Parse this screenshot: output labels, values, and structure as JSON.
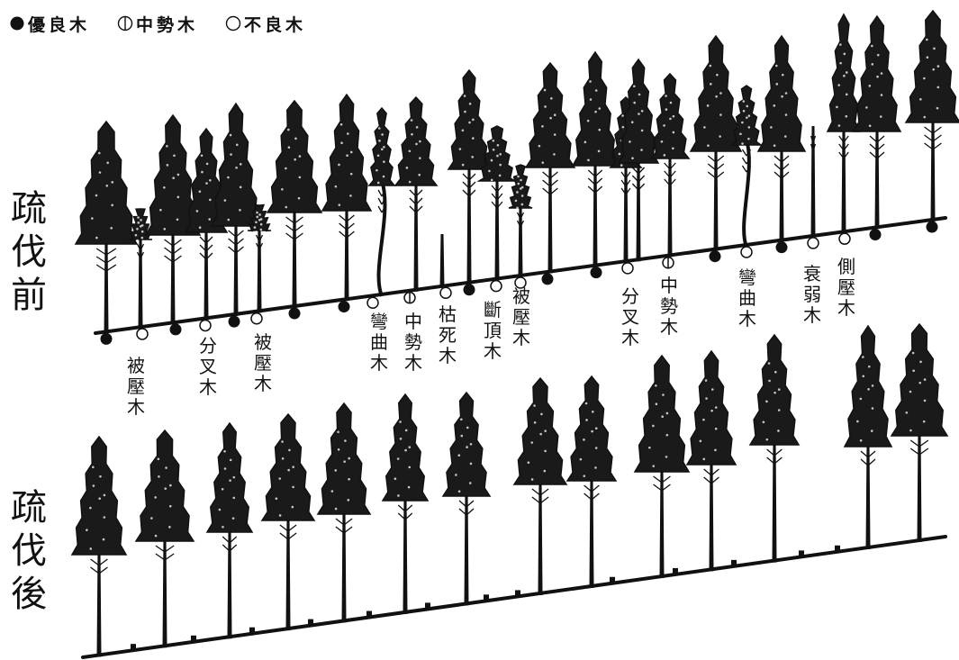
{
  "legend": [
    {
      "marker": "filled",
      "label": "優良木"
    },
    {
      "marker": "half",
      "label": "中勢木"
    },
    {
      "marker": "open",
      "label": "不良木"
    }
  ],
  "sections": {
    "before": "疏伐前",
    "after": "疏伐後"
  },
  "tree_labels": [
    {
      "text": "被壓木"
    },
    {
      "text": "分叉木"
    },
    {
      "text": "被壓木"
    },
    {
      "text": "彎曲木"
    },
    {
      "text": "中勢木",
      "marker": "half"
    },
    {
      "text": "枯死木"
    },
    {
      "text": "斷頂木"
    },
    {
      "text": "被壓木"
    },
    {
      "text": "分叉木"
    },
    {
      "text": "中勢木",
      "marker": "half"
    },
    {
      "text": "彎曲木"
    },
    {
      "text": "衰弱木"
    },
    {
      "text": "側壓木"
    }
  ],
  "colors": {
    "ink": "#111111",
    "paper": "#ffffff"
  }
}
